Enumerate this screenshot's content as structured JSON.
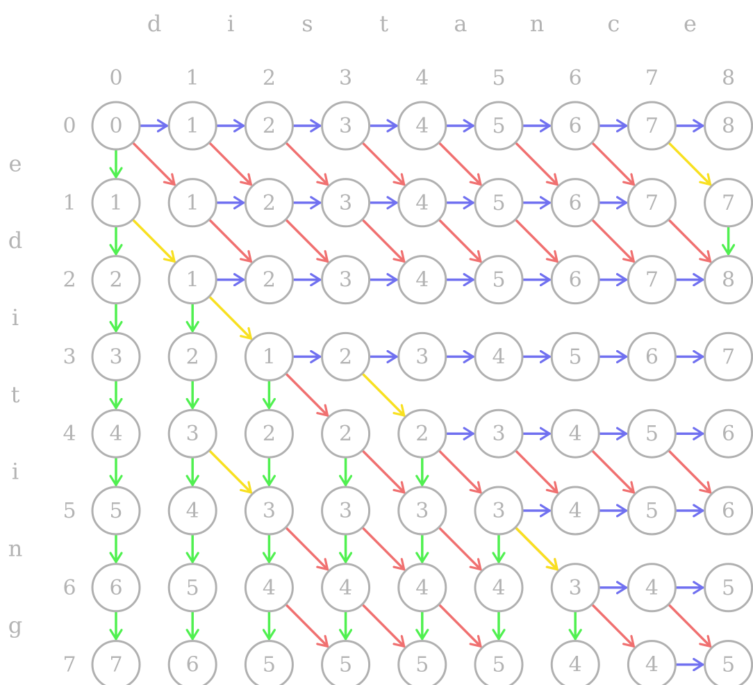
{
  "source_word": [
    "d",
    "i",
    "s",
    "t",
    "a",
    "n",
    "c",
    "e"
  ],
  "target_word": [
    "e",
    "d",
    "i",
    "t",
    "i",
    "n",
    "g"
  ],
  "column_indices": [
    "0",
    "1",
    "2",
    "3",
    "4",
    "5",
    "6",
    "7",
    "8"
  ],
  "row_indices": [
    "0",
    "1",
    "2",
    "3",
    "4",
    "5",
    "6",
    "7"
  ],
  "matrix": [
    [
      0,
      1,
      2,
      3,
      4,
      5,
      6,
      7,
      8
    ],
    [
      1,
      1,
      2,
      3,
      4,
      5,
      6,
      7,
      7
    ],
    [
      2,
      1,
      2,
      3,
      4,
      5,
      6,
      7,
      8
    ],
    [
      3,
      2,
      1,
      2,
      3,
      4,
      5,
      6,
      7
    ],
    [
      4,
      3,
      2,
      2,
      2,
      3,
      4,
      5,
      6
    ],
    [
      5,
      4,
      3,
      3,
      3,
      3,
      4,
      5,
      6
    ],
    [
      6,
      5,
      4,
      4,
      4,
      4,
      3,
      4,
      5
    ],
    [
      7,
      6,
      5,
      5,
      5,
      5,
      4,
      4,
      5
    ]
  ],
  "edges": {
    "right": [
      [
        0,
        0
      ],
      [
        0,
        1
      ],
      [
        0,
        2
      ],
      [
        0,
        3
      ],
      [
        0,
        4
      ],
      [
        0,
        5
      ],
      [
        0,
        6
      ],
      [
        0,
        7
      ],
      [
        1,
        1
      ],
      [
        1,
        2
      ],
      [
        1,
        3
      ],
      [
        1,
        4
      ],
      [
        1,
        5
      ],
      [
        1,
        6
      ],
      [
        2,
        1
      ],
      [
        2,
        2
      ],
      [
        2,
        3
      ],
      [
        2,
        4
      ],
      [
        2,
        5
      ],
      [
        2,
        6
      ],
      [
        2,
        7
      ],
      [
        3,
        2
      ],
      [
        3,
        3
      ],
      [
        3,
        4
      ],
      [
        3,
        5
      ],
      [
        3,
        6
      ],
      [
        3,
        7
      ],
      [
        4,
        4
      ],
      [
        4,
        5
      ],
      [
        4,
        6
      ],
      [
        4,
        7
      ],
      [
        5,
        5
      ],
      [
        5,
        6
      ],
      [
        5,
        7
      ],
      [
        6,
        6
      ],
      [
        6,
        7
      ],
      [
        7,
        7
      ]
    ],
    "down": [
      [
        0,
        0
      ],
      [
        1,
        0
      ],
      [
        2,
        0
      ],
      [
        3,
        0
      ],
      [
        4,
        0
      ],
      [
        5,
        0
      ],
      [
        6,
        0
      ],
      [
        2,
        1
      ],
      [
        3,
        1
      ],
      [
        4,
        1
      ],
      [
        5,
        1
      ],
      [
        6,
        1
      ],
      [
        3,
        2
      ],
      [
        4,
        2
      ],
      [
        5,
        2
      ],
      [
        6,
        2
      ],
      [
        4,
        3
      ],
      [
        5,
        3
      ],
      [
        6,
        3
      ],
      [
        4,
        4
      ],
      [
        5,
        4
      ],
      [
        6,
        4
      ],
      [
        5,
        5
      ],
      [
        6,
        5
      ],
      [
        6,
        6
      ],
      [
        1,
        8
      ]
    ],
    "diag_sub": [
      [
        0,
        0
      ],
      [
        0,
        1
      ],
      [
        0,
        2
      ],
      [
        0,
        3
      ],
      [
        0,
        4
      ],
      [
        0,
        5
      ],
      [
        0,
        6
      ],
      [
        1,
        1
      ],
      [
        1,
        2
      ],
      [
        1,
        3
      ],
      [
        1,
        4
      ],
      [
        1,
        5
      ],
      [
        1,
        6
      ],
      [
        1,
        7
      ],
      [
        3,
        2
      ],
      [
        4,
        3
      ],
      [
        4,
        4
      ],
      [
        4,
        5
      ],
      [
        4,
        6
      ],
      [
        4,
        7
      ],
      [
        5,
        2
      ],
      [
        5,
        3
      ],
      [
        5,
        4
      ],
      [
        5,
        5
      ],
      [
        6,
        2
      ],
      [
        6,
        3
      ],
      [
        6,
        4
      ],
      [
        6,
        6
      ],
      [
        6,
        7
      ]
    ],
    "diag_match": [
      [
        0,
        7
      ],
      [
        1,
        0
      ],
      [
        2,
        1
      ],
      [
        3,
        3
      ],
      [
        4,
        1
      ],
      [
        5,
        5
      ]
    ]
  },
  "colors": {
    "insert_right": "#7070f0",
    "delete_down": "#50f050",
    "substitute_diag": "#f07070",
    "match_diag": "#f8e020",
    "node_stroke": "#b0b0b0",
    "text": "#b3b3b3"
  }
}
